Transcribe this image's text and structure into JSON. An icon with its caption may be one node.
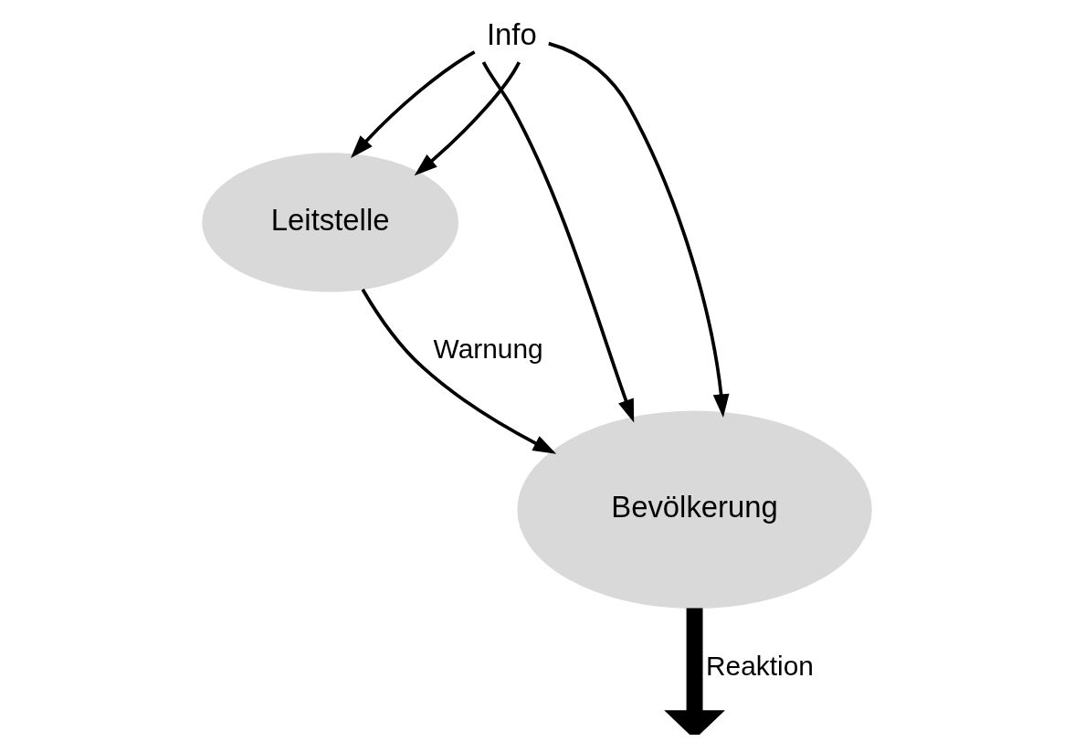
{
  "diagram": {
    "nodes": [
      {
        "text": [
          "Info"
        ]
      },
      {
        "text": [
          "Leitstelle"
        ]
      },
      {
        "text": [
          "Bevölkerung"
        ]
      }
    ],
    "edges": [
      {
        "from": 0,
        "to": 2,
        "arrow": "to"
      },
      {
        "from": 0,
        "to": 1,
        "arrow": "to"
      },
      {
        "from": 0,
        "to": 2,
        "arrow": "to"
      },
      {
        "from": 0,
        "to": 1,
        "arrow": "to"
      },
      {
        "from": 1,
        "to": 2,
        "arrow": "to",
        "label": "Warnung"
      },
      {
        "from": 2,
        "to": null,
        "arrow": "to",
        "label": "Reaktion",
        "style": "thick"
      }
    ]
  }
}
